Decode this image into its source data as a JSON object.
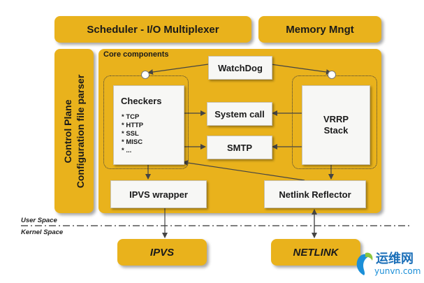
{
  "top": {
    "scheduler": "Scheduler - I/O Multiplexer",
    "memory": "Memory Mngt"
  },
  "control_plane": {
    "line1": "Control Plane",
    "line2": "Configuration file parser"
  },
  "core": {
    "title": "Core components",
    "watchdog": "WatchDog",
    "checkers": {
      "title": "Checkers",
      "items": [
        "* TCP",
        "* HTTP",
        "* SSL",
        "* MISC",
        "* ..."
      ]
    },
    "system_call": "System call",
    "smtp": "SMTP",
    "vrrp": {
      "line1": "VRRP",
      "line2": "Stack"
    },
    "ipvs_wrapper": "IPVS wrapper",
    "netlink_reflector": "Netlink Reflector"
  },
  "boundary": {
    "user_space": "User Space",
    "kernel_space": "Kernel Space"
  },
  "kernel": {
    "ipvs": "IPVS",
    "netlink": "NETLINK"
  },
  "watermark": {
    "chinese": "运维网",
    "site": "yunvn.com"
  }
}
